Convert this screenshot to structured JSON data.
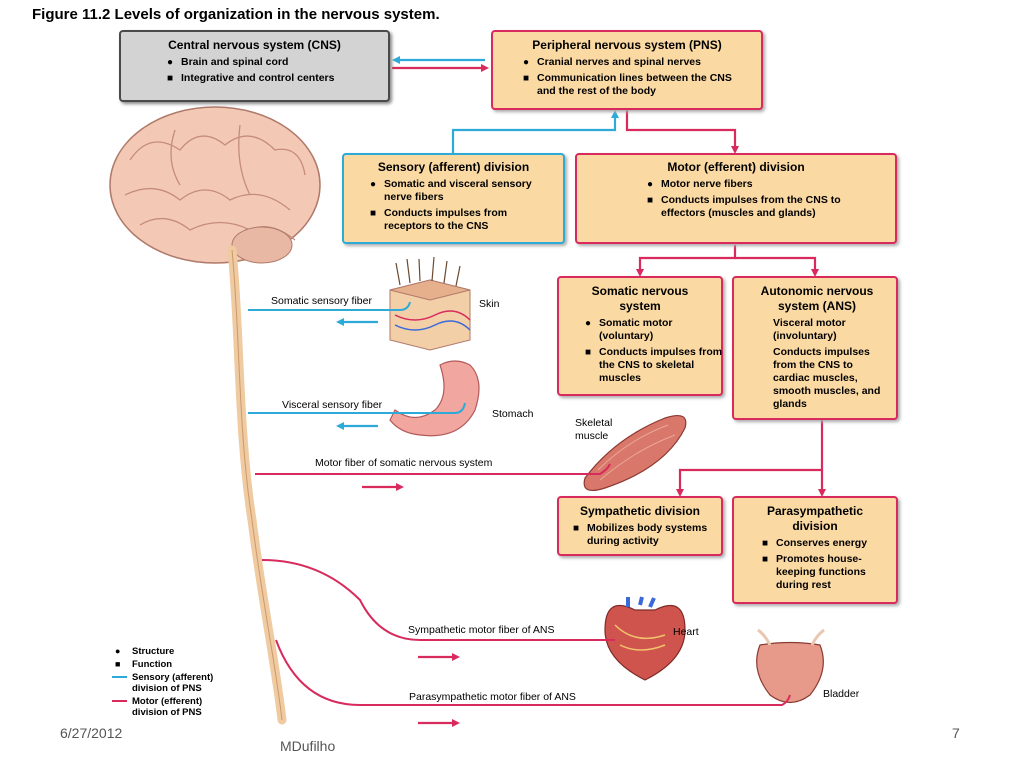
{
  "title": "Figure 11.2  Levels of organization in the nervous system.",
  "colors": {
    "sensory": "#2eaad8",
    "motor": "#d82a5c",
    "box_fill": "#fbd9a2",
    "cns_fill": "#d3d3d3"
  },
  "boxes": {
    "cns": {
      "title": "Central nervous system (CNS)",
      "lines": [
        "Brain and spinal cord",
        "Integrative and control centers"
      ]
    },
    "pns": {
      "title": "Peripheral nervous system (PNS)",
      "lines": [
        "Cranial nerves and spinal nerves",
        "Communication lines between the CNS and the rest of the body"
      ]
    },
    "sensory": {
      "title": "Sensory (afferent) division",
      "lines": [
        "Somatic and visceral sensory nerve fibers",
        "Conducts impulses from receptors to the CNS"
      ]
    },
    "motor": {
      "title": "Motor (efferent) division",
      "lines": [
        "Motor nerve fibers",
        "Conducts impulses from the CNS to effectors (muscles and glands)"
      ]
    },
    "somatic": {
      "title": "Somatic nervous system",
      "lines": [
        "Somatic motor (voluntary)",
        "Conducts impulses from the CNS to skeletal muscles"
      ]
    },
    "ans": {
      "title": "Autonomic nervous system (ANS)",
      "lines": [
        "Visceral motor (involuntary)",
        "Conducts impulses from the CNS to cardiac muscles, smooth muscles, and glands"
      ]
    },
    "sympathetic": {
      "title": "Sympathetic division",
      "lines": [
        "Mobilizes body systems during activity"
      ]
    },
    "parasympathetic": {
      "title": "Parasympathetic division",
      "lines": [
        "Conserves energy",
        "Promotes house-keeping functions during rest"
      ]
    }
  },
  "labels": {
    "somatic_sensory_fiber": "Somatic sensory fiber",
    "skin": "Skin",
    "visceral_sensory_fiber": "Visceral sensory fiber",
    "stomach": "Stomach",
    "skeletal_muscle": "Skeletal muscle",
    "motor_fiber_somatic": "Motor fiber of somatic nervous system",
    "sympathetic_motor_fiber": "Sympathetic motor fiber of ANS",
    "heart": "Heart",
    "parasympathetic_motor_fiber": "Parasympathetic motor fiber of ANS",
    "bladder": "Bladder"
  },
  "legend": {
    "structure": "Structure",
    "function": "Function",
    "sensory": "Sensory (afferent) division of PNS",
    "motor": "Motor (efferent) division of PNS"
  },
  "footer": {
    "date": "6/27/2012",
    "author": "MDufilho",
    "page": "7"
  }
}
